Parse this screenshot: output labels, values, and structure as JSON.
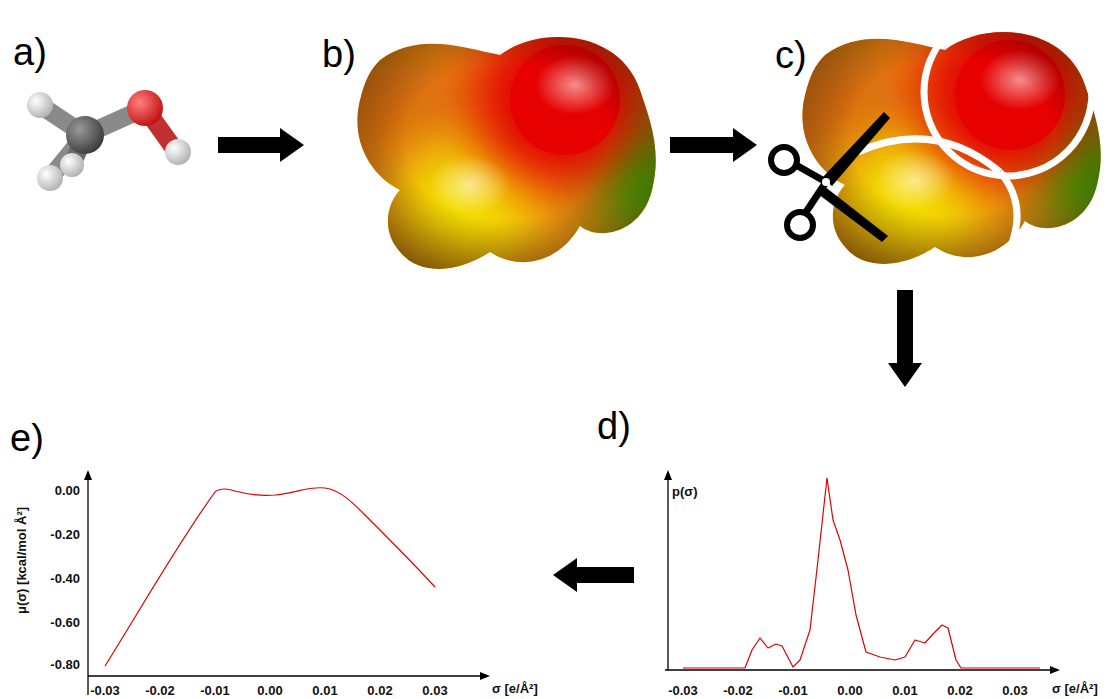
{
  "diagram": {
    "nodes": [
      {
        "text": [
          "a)"
        ]
      },
      {
        "text": [
          "b)"
        ]
      },
      {
        "text": [
          "c)"
        ]
      },
      {
        "text": [
          "d)"
        ]
      },
      {
        "text": [
          "e)"
        ]
      }
    ],
    "edges": [
      {
        "from": 0,
        "to": 1,
        "arrow": "to"
      },
      {
        "from": 1,
        "to": 2,
        "arrow": "to"
      },
      {
        "from": 2,
        "to": 3,
        "arrow": "to"
      },
      {
        "from": 3,
        "to": 4,
        "arrow": "to"
      }
    ],
    "labels": [
      "p(σ)",
      "-0.03",
      "-0.02",
      "-0.01",
      "0.00",
      "0.01",
      "0.02",
      "0.03",
      "σ [e/Å²]",
      "μ(σ) [kcal/mol Å²]",
      "0.00",
      "-0.20",
      "-0.40",
      "-0.60",
      "-0.80",
      "-0.03",
      "-0.02",
      "-0.01",
      "0.00",
      "0.01",
      "0.02",
      "0.03",
      "σ [e/Å²]"
    ]
  }
}
